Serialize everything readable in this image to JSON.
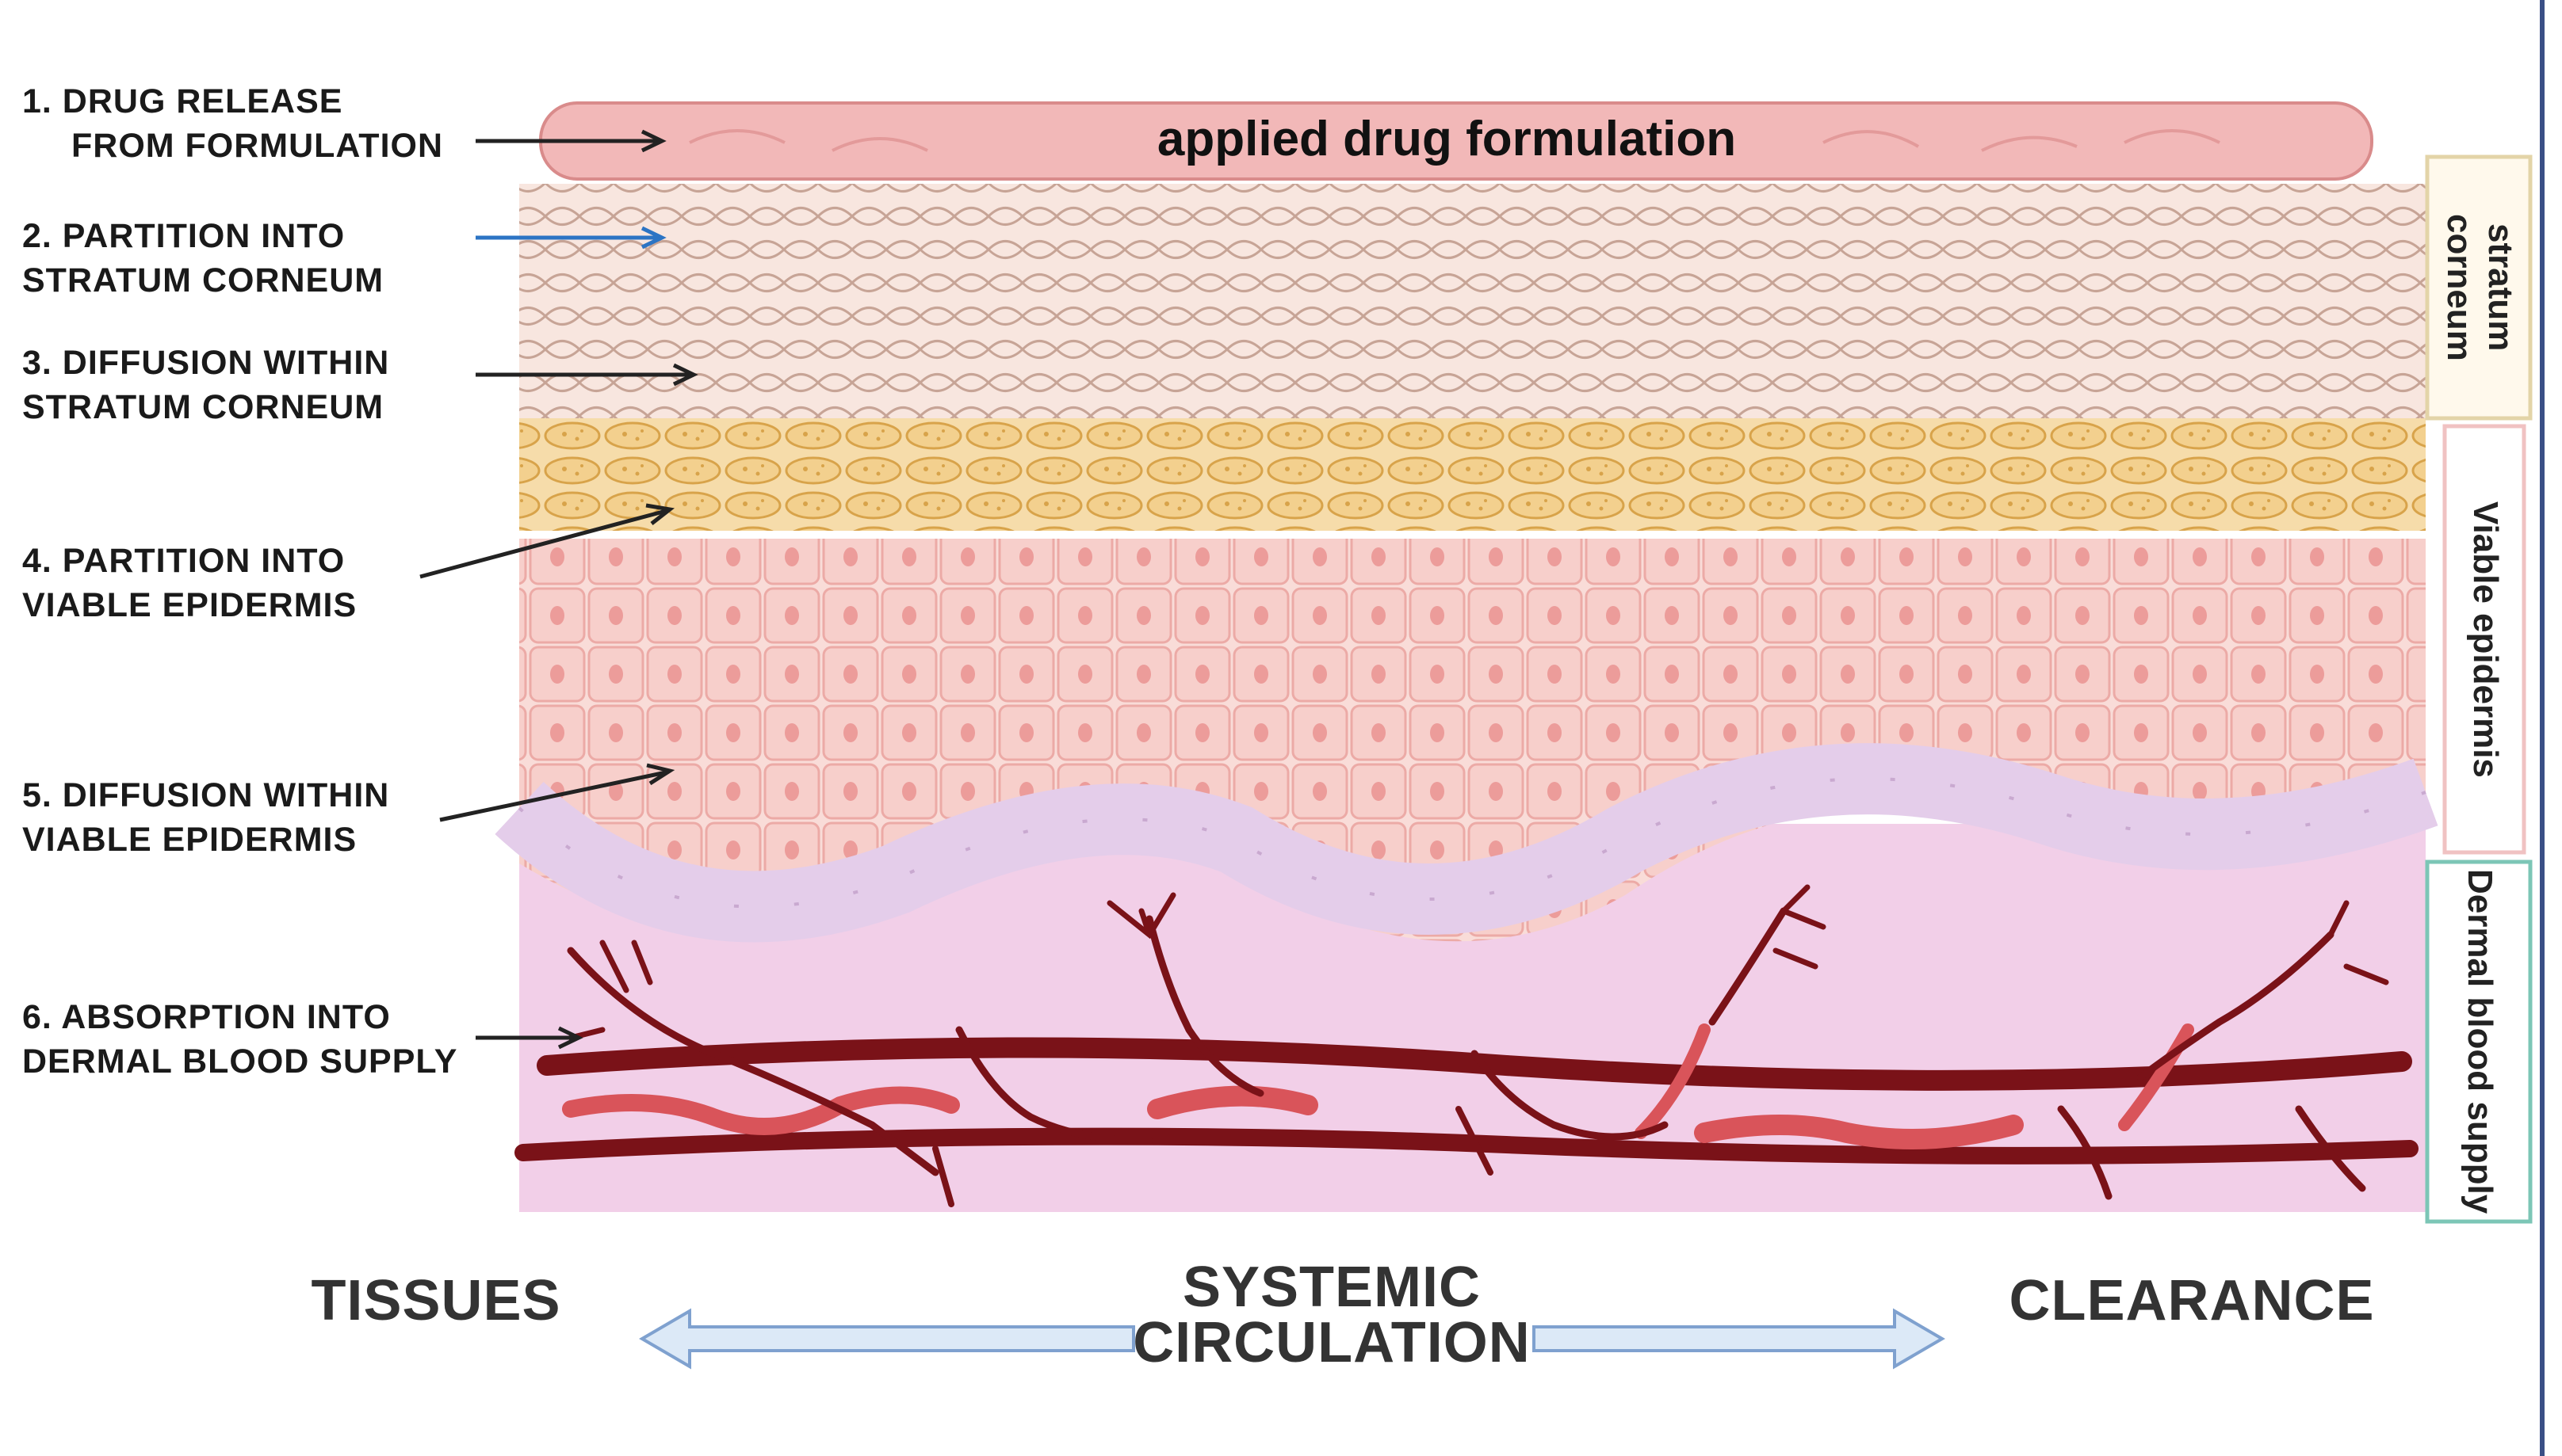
{
  "formulation_label": "applied drug formulation",
  "steps": [
    {
      "line1": "1.  DRUG RELEASE",
      "line2": "FROM FORMULATION"
    },
    {
      "line1": "2. PARTITION INTO",
      "line2": "STRATUM CORNEUM"
    },
    {
      "line1": "3. DIFFUSION WITHIN",
      "line2": "STRATUM CORNEUM"
    },
    {
      "line1": "4. PARTITION INTO",
      "line2": "VIABLE EPIDERMIS"
    },
    {
      "line1": "5. DIFFUSION WITHIN",
      "line2": "VIABLE EPIDERMIS"
    },
    {
      "line1": "6. ABSORPTION INTO",
      "line2": "DERMAL BLOOD SUPPLY"
    }
  ],
  "layers": {
    "stratum_corneum": "stratum corneum",
    "viable_epidermis": "Viable epidermis",
    "dermal_blood_supply": "Dermal blood supply"
  },
  "bottom": {
    "left": "TISSUES",
    "center_line1": "SYSTEMIC",
    "center_line2": "CIRCULATION",
    "right": "CLEARANCE"
  },
  "colors": {
    "formulation": "#f2b8b8",
    "stratum_corneum": "#f7e3dc",
    "granular": "#f4d49a",
    "epidermis": "#f6c9c7",
    "basal": "#e8d4ec",
    "dermis": "#f3d0ea",
    "vessel": "#7a1218",
    "vessel_light": "#d9545a",
    "arrow_blue": "#dce9f7"
  }
}
